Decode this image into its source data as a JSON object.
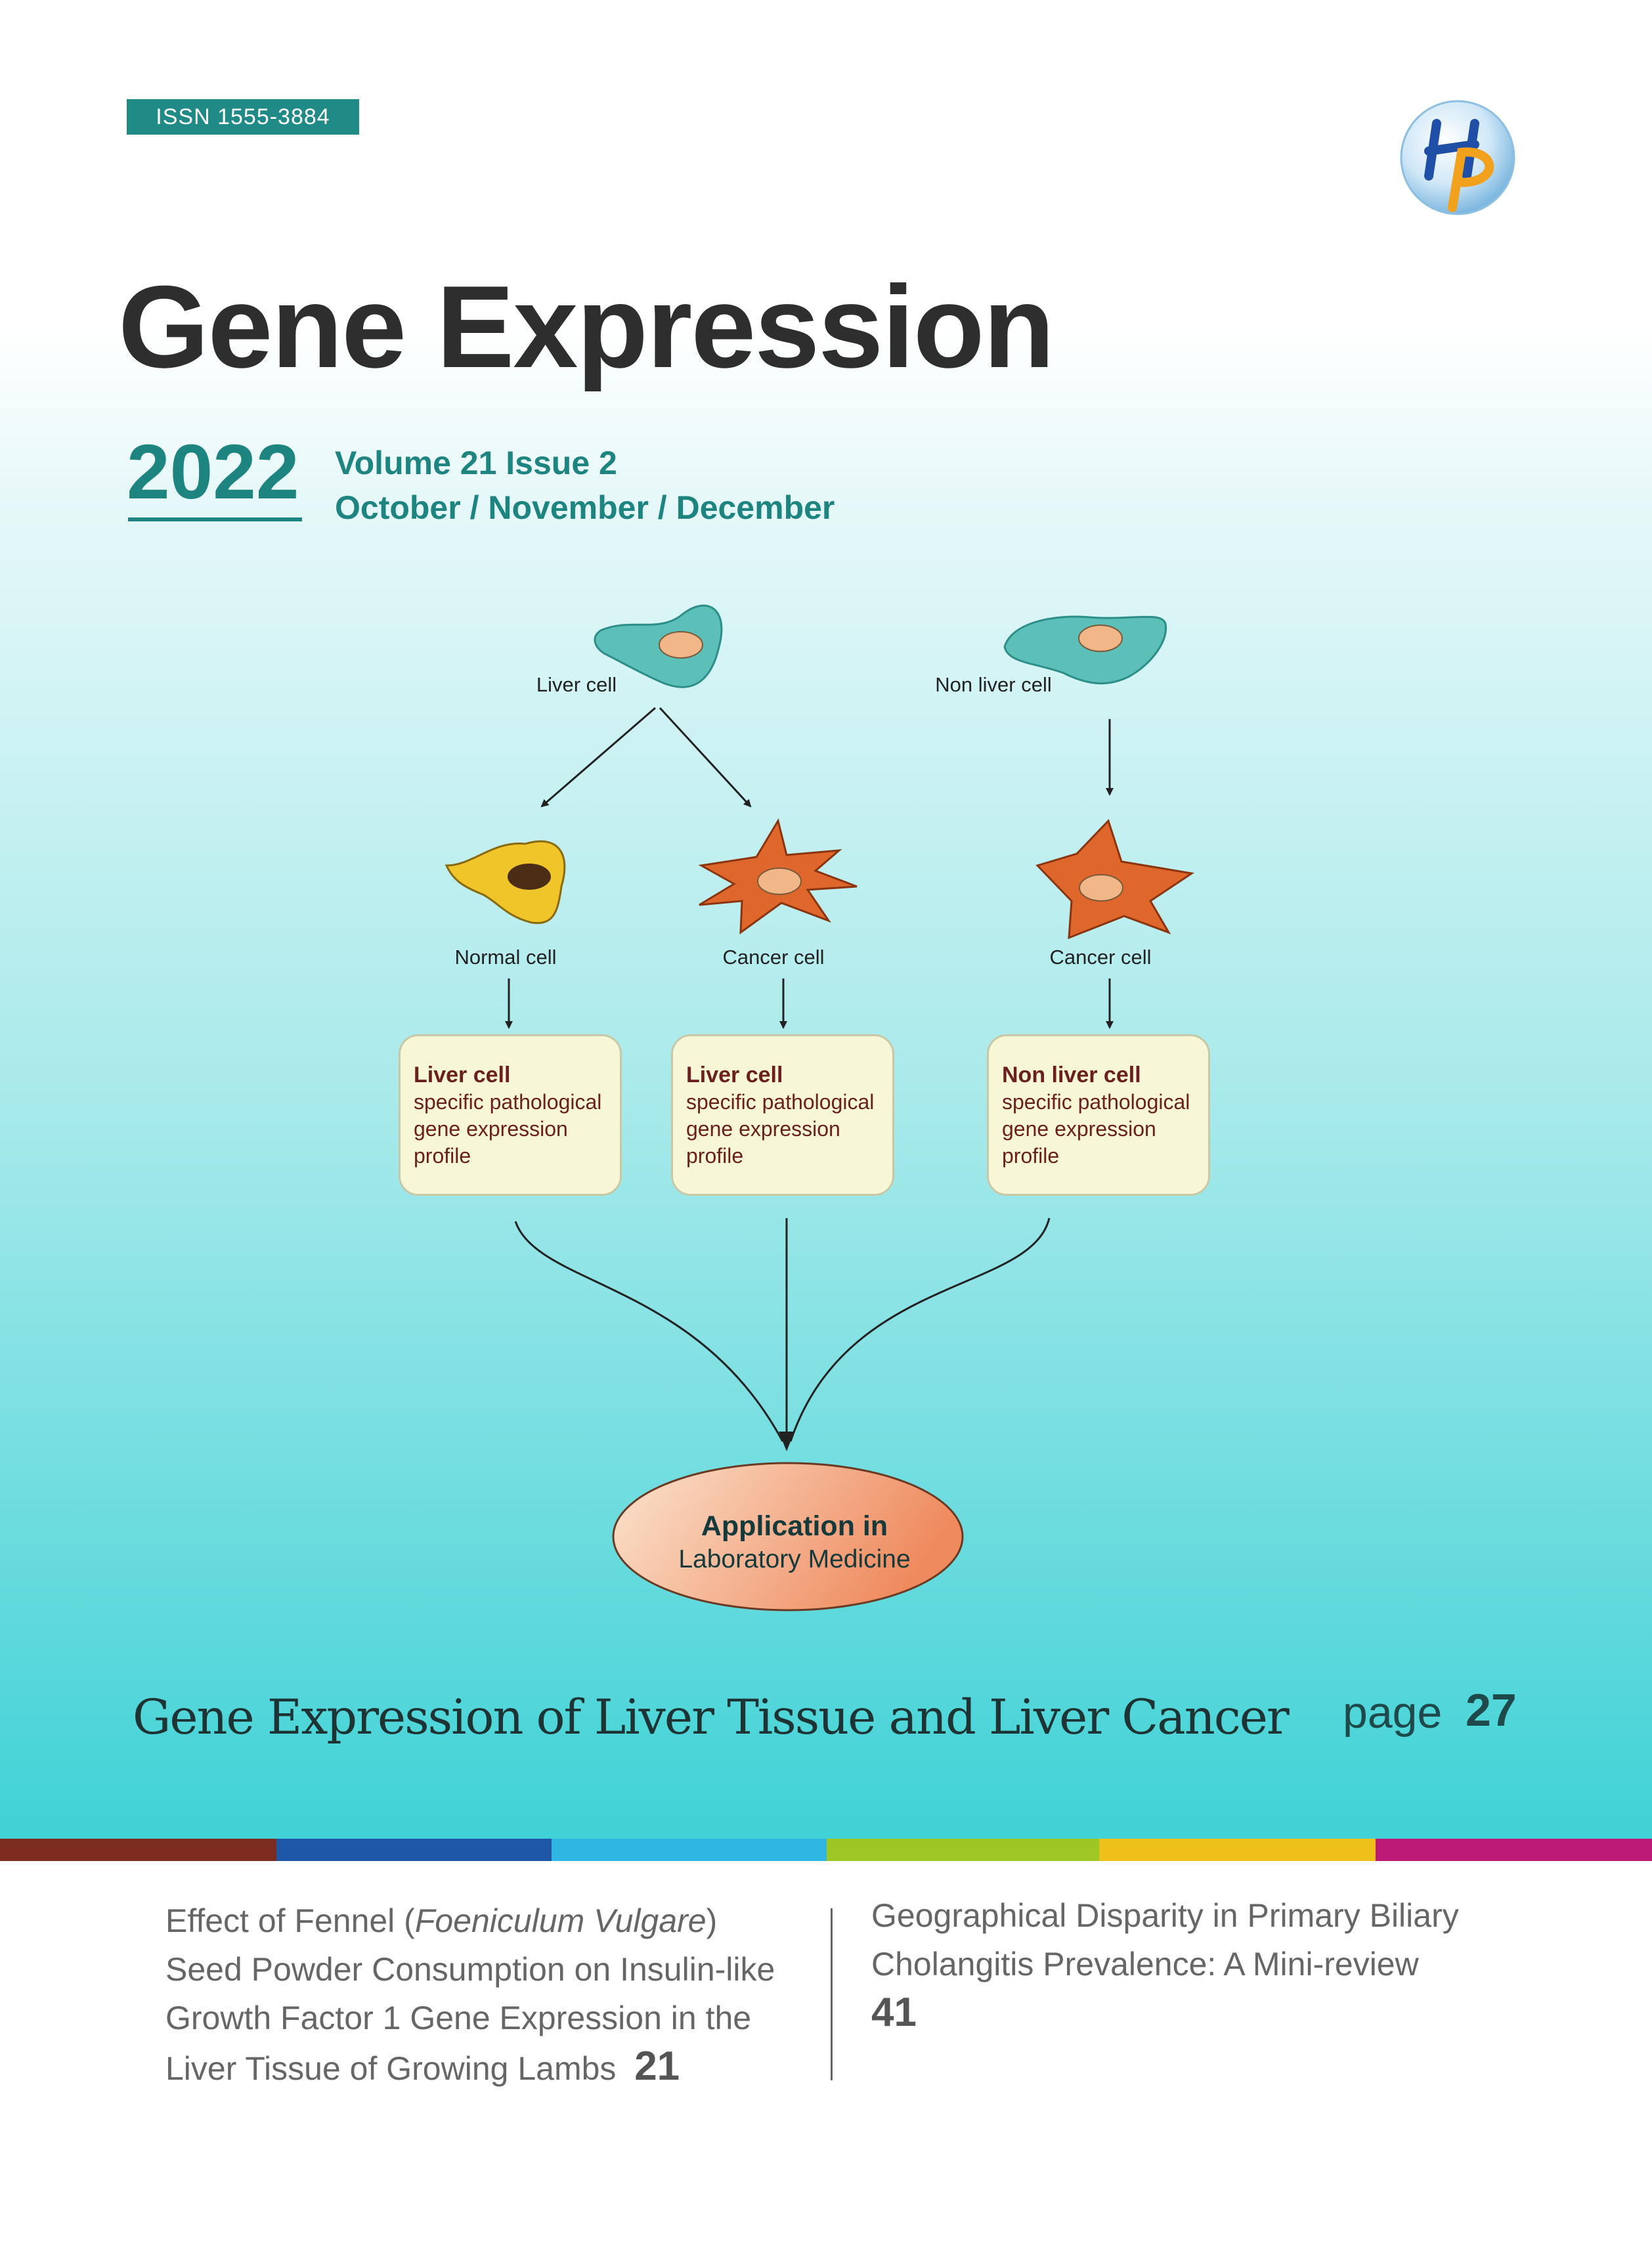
{
  "issn": "ISSN  1555-3884",
  "journal_title": "Gene Expression",
  "year": "2022",
  "volume_issue": "Volume 21 Issue 2",
  "months": "October / November / December",
  "logo": {
    "icon": "hp-publisher-logo",
    "text": "HP"
  },
  "diagram": {
    "labels": {
      "liver_cell": "Liver cell",
      "non_liver_cell": "Non liver cell",
      "normal_cell": "Normal cell",
      "cancer_cell_1": "Cancer cell",
      "cancer_cell_2": "Cancer cell"
    },
    "boxes": [
      {
        "title": "Liver cell",
        "lines": [
          "specific pathological",
          "gene expression",
          "profile"
        ]
      },
      {
        "title": "Liver cell",
        "lines": [
          "specific pathological",
          "gene expression",
          "profile"
        ]
      },
      {
        "title": "Non liver cell",
        "lines": [
          "specific pathological",
          "gene expression",
          "profile"
        ]
      }
    ],
    "application_title": "Application in",
    "application_subtitle": "Laboratory Medicine"
  },
  "feature": {
    "title": "Gene Expression of Liver Tissue and Liver Cancer",
    "page_word": "page",
    "page_number": "27"
  },
  "stripe_colors": [
    "#7e2c1f",
    "#1d57a6",
    "#30b6e3",
    "#9ec624",
    "#f0c01a",
    "#bd1a78"
  ],
  "articles": [
    {
      "line1_pre": "Effect of Fennel (",
      "line1_italic": "Foeniculum Vulgare",
      "line1_post": ")",
      "line2": "Seed Powder Consumption on Insulin-like",
      "line3": "Growth Factor 1 Gene Expression in the",
      "line4": "Liver Tissue of Growing Lambs",
      "page": "21"
    },
    {
      "line1": "Geographical Disparity in Primary Biliary",
      "line2": "Cholangitis Prevalence: A Mini-review",
      "page": "41"
    }
  ]
}
